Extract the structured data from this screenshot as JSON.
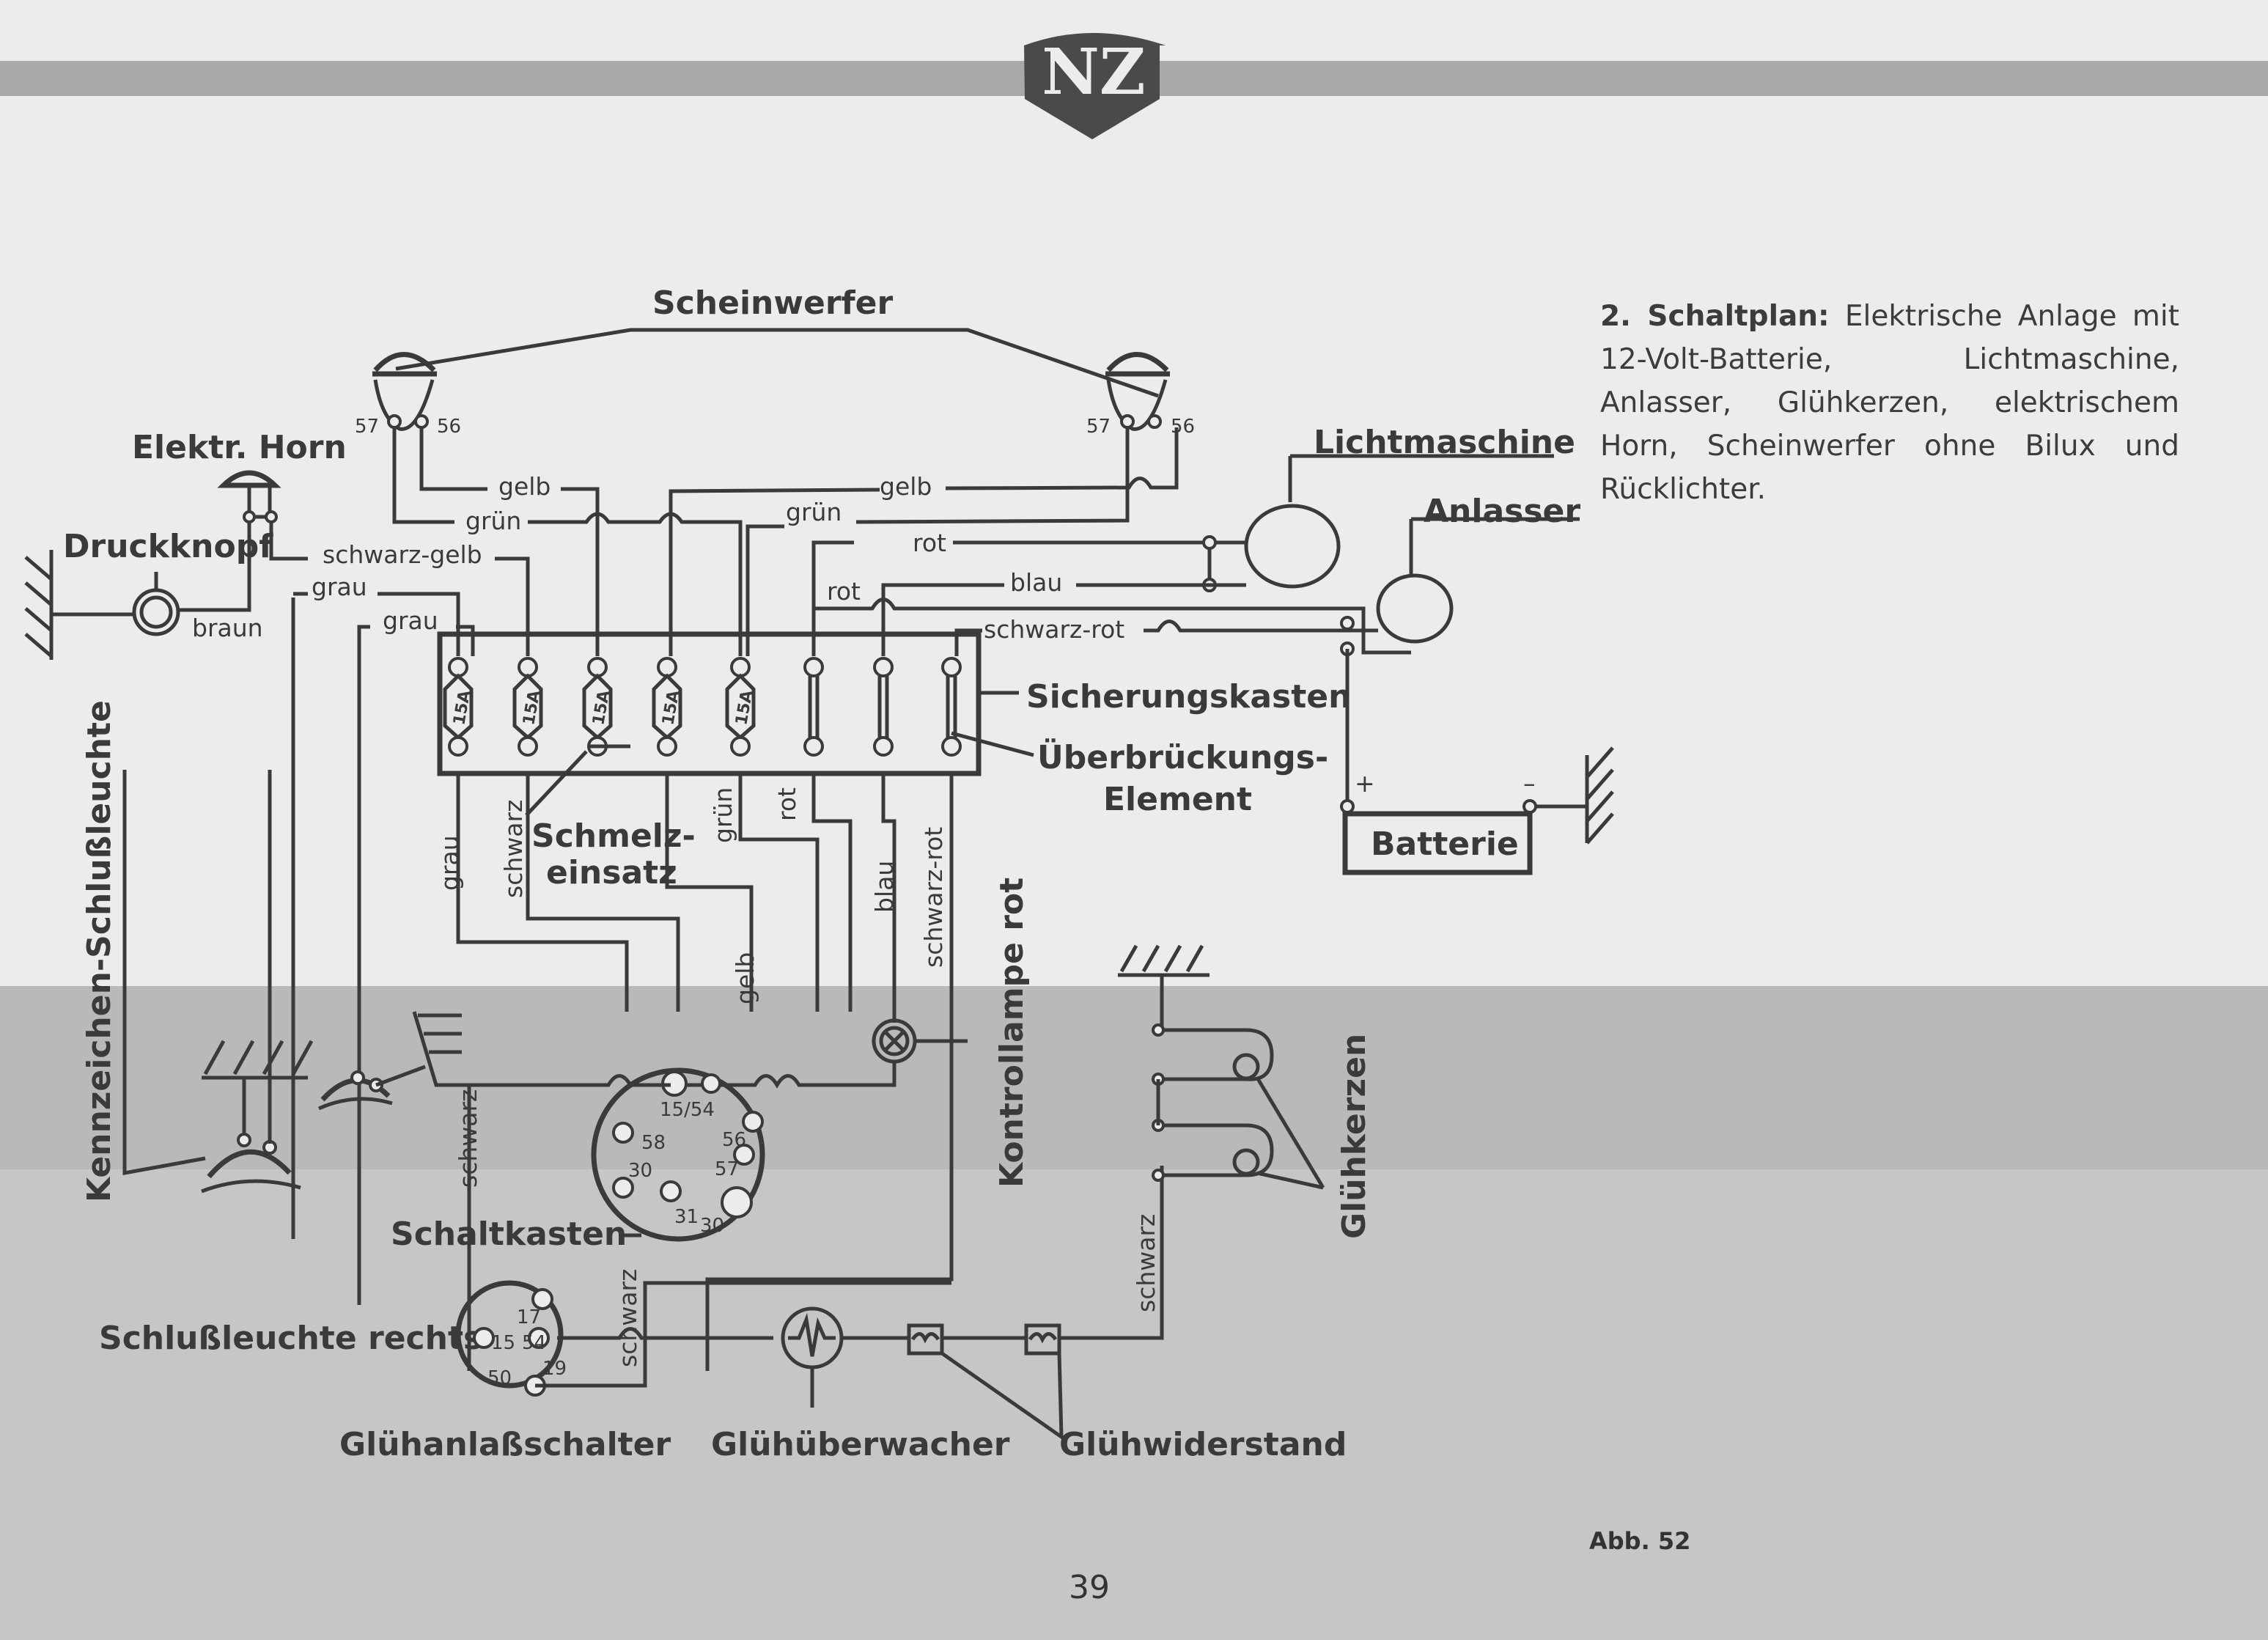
{
  "logo": {
    "text": "NZ"
  },
  "caption": {
    "heading": "2. Schaltplan:",
    "text": "Elektrische Anlage mit 12-Volt-Batterie, Lichtmaschine, Anlasser, Glühkerzen, elektrischem Horn, Scheinwerfer ohne Bilux und Rücklichter."
  },
  "figure_label": "Abb. 52",
  "page_number": "39",
  "components": {
    "headlights": "Scheinwerfer",
    "horn": "Elektr. Horn",
    "push_button": "Druckknopf",
    "generator": "Lichtmaschine",
    "starter": "Anlasser",
    "fuse_box": "Sicherungskasten",
    "bridge_element_1": "Überbrückungs-",
    "bridge_element_2": "Element",
    "fuse_insert_1": "Schmelz-",
    "fuse_insert_2": "einsatz",
    "battery": "Batterie",
    "battery_plus": "+",
    "battery_minus": "–",
    "plate_tail_light": "Kennzeichen-Schlußleuchte",
    "tail_light_right": "Schlußleuchte rechts",
    "switch_box": "Schaltkasten",
    "control_lamp": "Kontrollampe rot",
    "glow_plugs": "Glühkerzen",
    "glow_start_switch": "Glühanlaßschalter",
    "glow_monitor": "Glühüberwacher",
    "glow_resistor": "Glühwiderstand"
  },
  "headlight_terminals": {
    "left_57": "57",
    "left_56": "56",
    "right_57": "57",
    "right_56": "56"
  },
  "fuse_rating": "15A",
  "wires": {
    "gelb": "gelb",
    "gruen": "grün",
    "schwarz_gelb": "schwarz-gelb",
    "grau": "grau",
    "braun": "braun",
    "rot": "rot",
    "blau": "blau",
    "schwarz_rot": "schwarz-rot",
    "schwarz": "schwarz"
  },
  "switch_box_pins": [
    "15/54",
    "58",
    "56",
    "57",
    "30",
    "31",
    "30"
  ],
  "glow_switch_pins": [
    "17",
    "15",
    "54",
    "19",
    "50"
  ]
}
